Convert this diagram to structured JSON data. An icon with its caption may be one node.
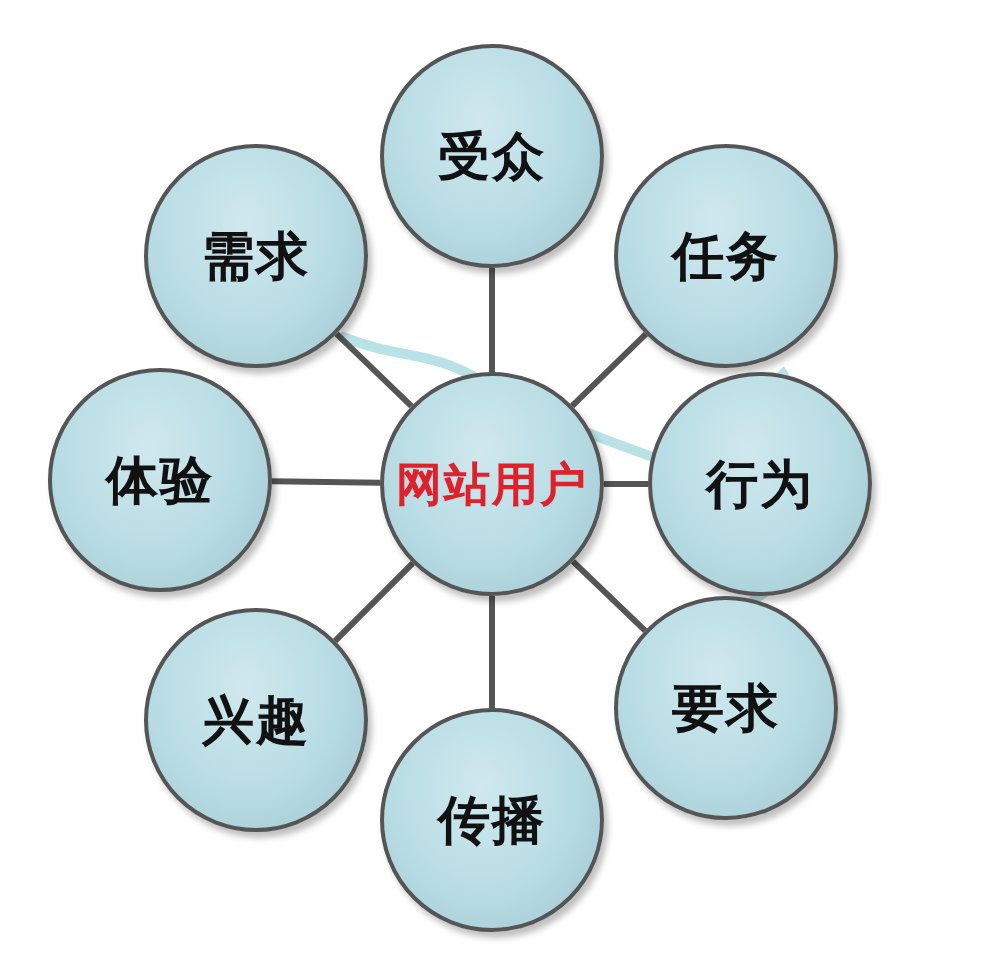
{
  "diagram": {
    "nodes": [
      {
        "text": [
          "网站用户"
        ]
      },
      {
        "text": [
          "受众"
        ]
      },
      {
        "text": [
          "任务"
        ]
      },
      {
        "text": [
          "行为"
        ]
      },
      {
        "text": [
          "要求"
        ]
      },
      {
        "text": [
          "传播"
        ]
      },
      {
        "text": [
          "兴趣"
        ]
      },
      {
        "text": [
          "体验"
        ]
      },
      {
        "text": [
          "需求"
        ]
      }
    ],
    "edges": [
      {
        "from": 0,
        "to": 1,
        "arrow": "none"
      },
      {
        "from": 0,
        "to": 2,
        "arrow": "none"
      },
      {
        "from": 0,
        "to": 3,
        "arrow": "none"
      },
      {
        "from": 0,
        "to": 4,
        "arrow": "none"
      },
      {
        "from": 0,
        "to": 5,
        "arrow": "none"
      },
      {
        "from": 0,
        "to": 6,
        "arrow": "none"
      },
      {
        "from": 0,
        "to": 7,
        "arrow": "none"
      },
      {
        "from": 0,
        "to": 8,
        "arrow": "none"
      }
    ]
  }
}
